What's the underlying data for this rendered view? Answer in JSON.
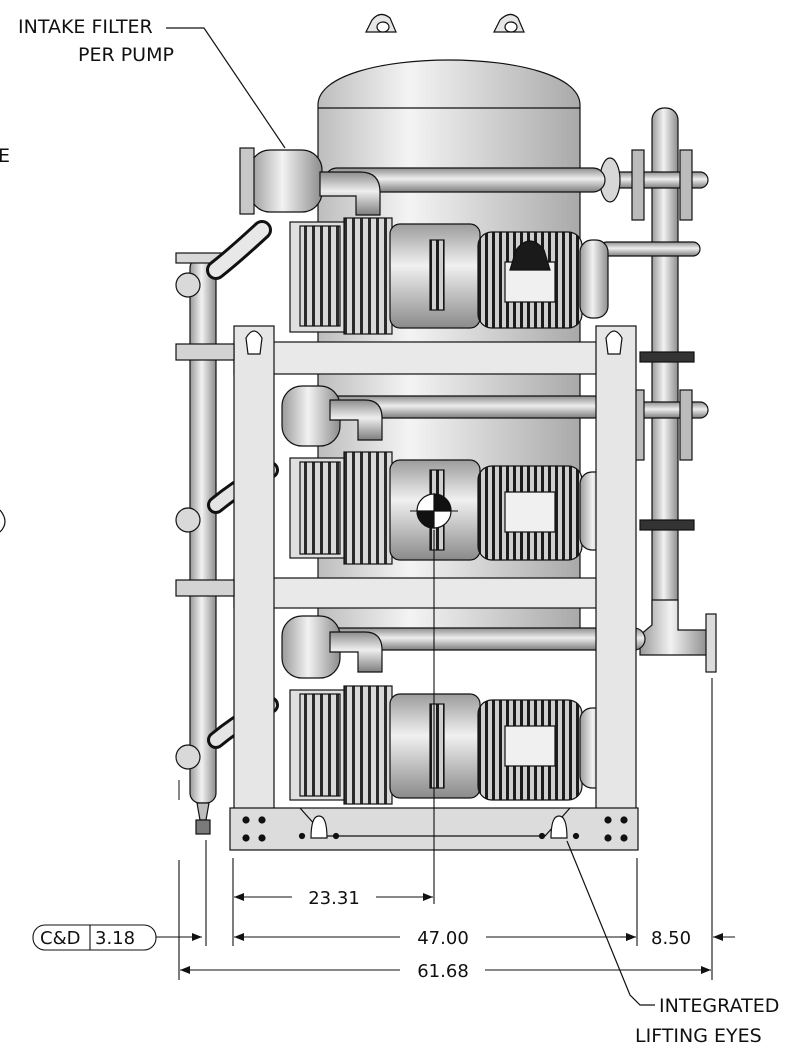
{
  "callouts": {
    "intake_filter": [
      "INTAKE FILTER",
      "PER PUMP"
    ],
    "lifting_eyes": [
      "INTEGRATED",
      "LIFTING EYES"
    ],
    "left_edge_fragment": "E"
  },
  "dimensions": {
    "center_of_gravity": "23.31",
    "frame_width": "47.00",
    "pipe_offset": "8.50",
    "overall_width": "61.68"
  },
  "reference_tag": {
    "prefix": "C&D",
    "value": "3.18"
  },
  "colors": {
    "line": "#111111",
    "steel": "#cfcfcf",
    "steel_dark": "#8a8a8a",
    "motor_dark": "#2a2a2a",
    "background": "#ffffff"
  }
}
